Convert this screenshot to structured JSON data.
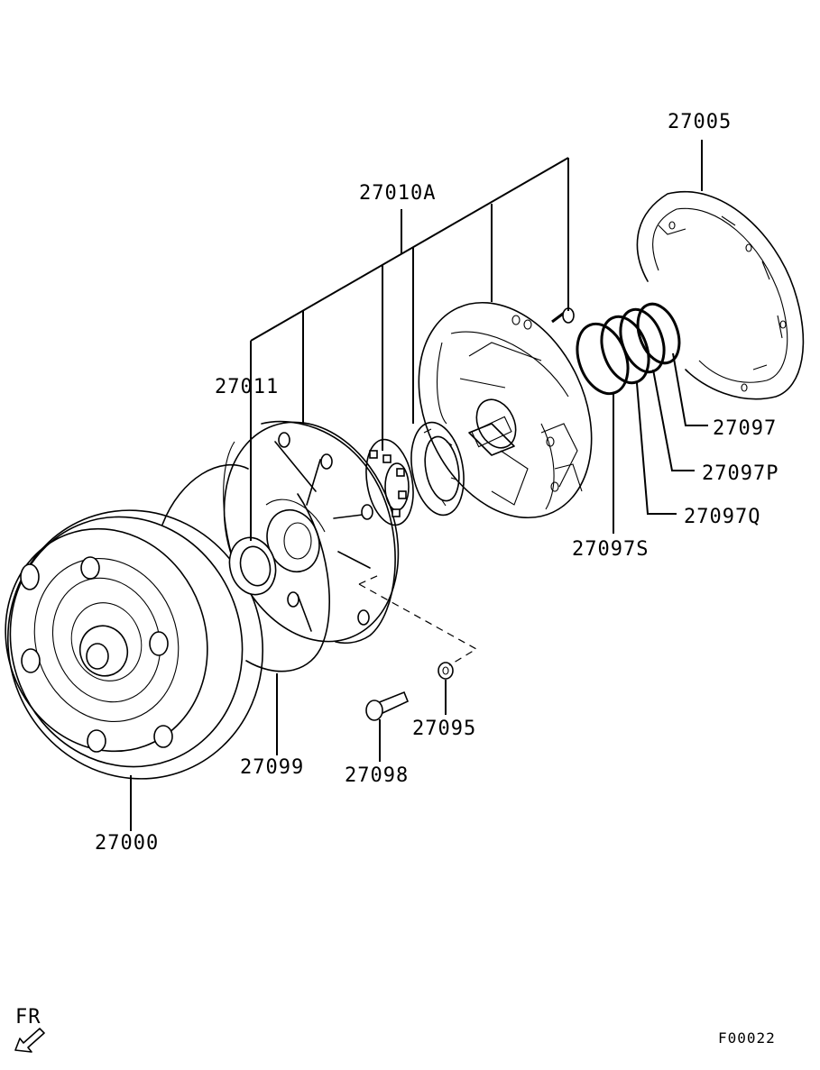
{
  "labels": {
    "p27005": "27005",
    "p27010A": "27010A",
    "p27011": "27011",
    "p27097": "27097",
    "p27097P": "27097P",
    "p27097Q": "27097Q",
    "p27097S": "27097S",
    "p27095": "27095",
    "p27099": "27099",
    "p27098": "27098",
    "p27000": "27000"
  },
  "direction": "FR",
  "figure_code": "F00022"
}
